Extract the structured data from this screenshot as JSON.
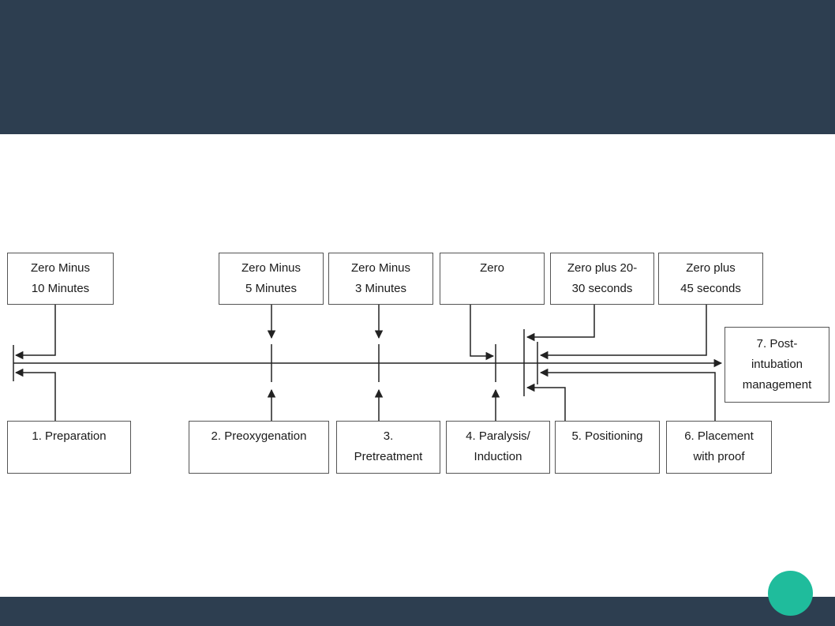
{
  "colors": {
    "band": "#2d3e50",
    "accent": "#1fbc9c",
    "line": "#222222"
  },
  "timeline": {
    "times": [
      "Zero Minus\n10 Minutes",
      "Zero Minus\n5 Minutes",
      "Zero Minus\n3 Minutes",
      "Zero",
      "Zero plus 20-\n30 seconds",
      "Zero plus\n45 seconds"
    ],
    "steps": [
      "1. Preparation",
      "2. Preoxygenation",
      "3.\nPretreatment",
      "4. Paralysis/\nInduction",
      "5. Positioning",
      "6. Placement\nwith proof"
    ],
    "final_step": "7. Post-\nintubation\nmanagement"
  }
}
